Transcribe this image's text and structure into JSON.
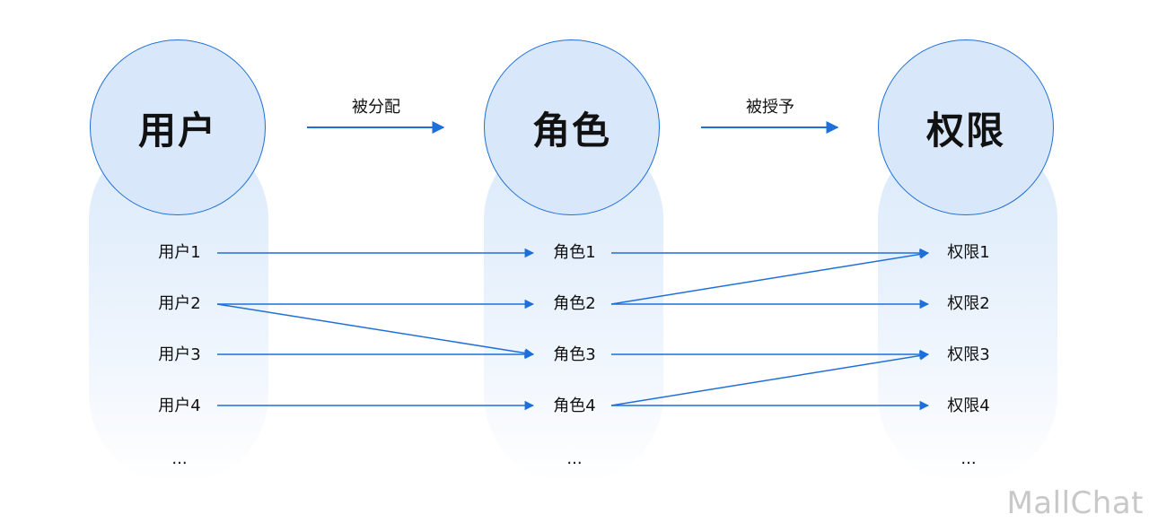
{
  "columns": [
    {
      "title": "用户",
      "items": [
        "用户1",
        "用户2",
        "用户3",
        "用户4"
      ],
      "ellipsis": "..."
    },
    {
      "title": "角色",
      "items": [
        "角色1",
        "角色2",
        "角色3",
        "角色4"
      ],
      "ellipsis": "..."
    },
    {
      "title": "权限",
      "items": [
        "权限1",
        "权限2",
        "权限3",
        "权限4"
      ],
      "ellipsis": "..."
    }
  ],
  "relations": [
    {
      "label": "被分配"
    },
    {
      "label": "被授予"
    }
  ],
  "links": [
    {
      "from_column": 0,
      "from_item": 0,
      "to_column": 1,
      "to_item": 0
    },
    {
      "from_column": 0,
      "from_item": 1,
      "to_column": 1,
      "to_item": 1
    },
    {
      "from_column": 0,
      "from_item": 1,
      "to_column": 1,
      "to_item": 2
    },
    {
      "from_column": 0,
      "from_item": 2,
      "to_column": 1,
      "to_item": 2
    },
    {
      "from_column": 0,
      "from_item": 3,
      "to_column": 1,
      "to_item": 3
    },
    {
      "from_column": 1,
      "from_item": 0,
      "to_column": 2,
      "to_item": 0
    },
    {
      "from_column": 1,
      "from_item": 1,
      "to_column": 2,
      "to_item": 0
    },
    {
      "from_column": 1,
      "from_item": 1,
      "to_column": 2,
      "to_item": 1
    },
    {
      "from_column": 1,
      "from_item": 2,
      "to_column": 2,
      "to_item": 2
    },
    {
      "from_column": 1,
      "from_item": 3,
      "to_column": 2,
      "to_item": 2
    },
    {
      "from_column": 1,
      "from_item": 3,
      "to_column": 2,
      "to_item": 3
    }
  ],
  "watermark": "MallChat",
  "colors": {
    "accent": "#1e6fd9",
    "circle_fill": "#d8e8fa",
    "text": "#111111",
    "watermark": "#c8c8c8"
  }
}
